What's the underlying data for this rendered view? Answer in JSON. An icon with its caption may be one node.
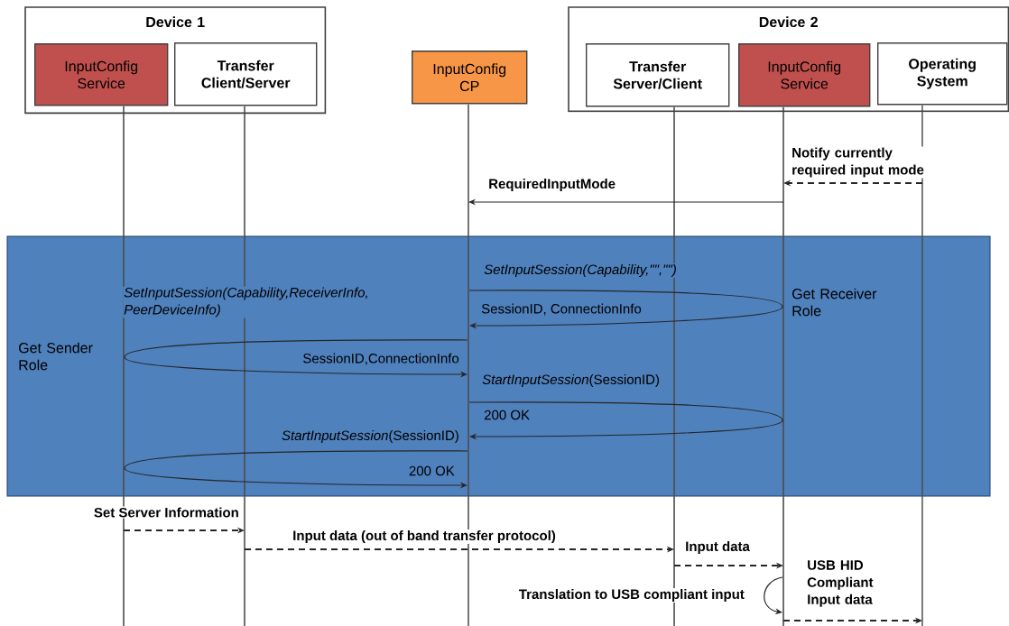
{
  "diagram": {
    "nodes": [
      {
        "text": [
          "Device 1"
        ]
      },
      {
        "text": [
          "InputConfig Service"
        ],
        "in": 0
      },
      {
        "text": [
          "Transfer Client/Server"
        ],
        "in": 0
      },
      {
        "text": [
          "InputConfig CP"
        ]
      },
      {
        "text": [
          "Device 2"
        ]
      },
      {
        "text": [
          "Transfer Server/Client"
        ],
        "in": 4
      },
      {
        "text": [
          "InputConfig Service"
        ],
        "in": 4
      },
      {
        "text": [
          "Operating System"
        ],
        "in": 4
      },
      {
        "text": [],
        "shape": "line"
      },
      {
        "text": [],
        "shape": "line"
      },
      {
        "text": [],
        "shape": "line"
      },
      {
        "text": [],
        "shape": "line"
      },
      {
        "text": [],
        "shape": "line"
      },
      {
        "text": [],
        "shape": "line"
      }
    ],
    "edges": [
      {
        "from": 13,
        "to": 12,
        "arrow": "to",
        "style": "dashed",
        "label": "Notify currently required input mode"
      },
      {
        "from": 12,
        "to": 10,
        "arrow": "to",
        "label": "RequiredInputMode"
      },
      {
        "from": 10,
        "to": 12,
        "arrow": "none",
        "label": "SetInputSession(Capability,\"\",\"\")"
      },
      {
        "from": 12,
        "to": 10,
        "arrow": "to",
        "label": "SessionID, ConnectionInfo"
      },
      {
        "from": 10,
        "to": 8,
        "arrow": "none",
        "label": "SetInputSession(Capability,ReceiverInfo, PeerDeviceInfo)"
      },
      {
        "from": 8,
        "to": 10,
        "arrow": "to",
        "label": "SessionID,ConnectionInfo"
      },
      {
        "from": 10,
        "to": 12,
        "arrow": "none",
        "label": "*StartInputSession*(SessionID)"
      },
      {
        "from": 12,
        "to": 10,
        "arrow": "to",
        "label": "200 OK"
      },
      {
        "from": 10,
        "to": 8,
        "arrow": "none",
        "label": "*StartInputSession*(SessionID)"
      },
      {
        "from": 8,
        "to": 10,
        "arrow": "to",
        "label": "200 OK"
      },
      {
        "from": 8,
        "to": 9,
        "arrow": "to",
        "style": "dashed",
        "label": "Set Server Information"
      },
      {
        "from": 9,
        "to": 11,
        "arrow": "to",
        "style": "dashed",
        "label": "Input data (out of band transfer protocol)"
      },
      {
        "from": 11,
        "to": 12,
        "arrow": "to",
        "style": "dashed",
        "label": "Input data"
      },
      {
        "from": 12,
        "to": 12,
        "arrow": "to",
        "label": "Translation to USB compliant input"
      },
      {
        "from": 12,
        "to": 13,
        "arrow": "to",
        "style": "dashed",
        "label": "USB HID Compliant Input data"
      }
    ],
    "labels": [
      "Get Sender Role",
      "Get Receiver Role"
    ]
  }
}
